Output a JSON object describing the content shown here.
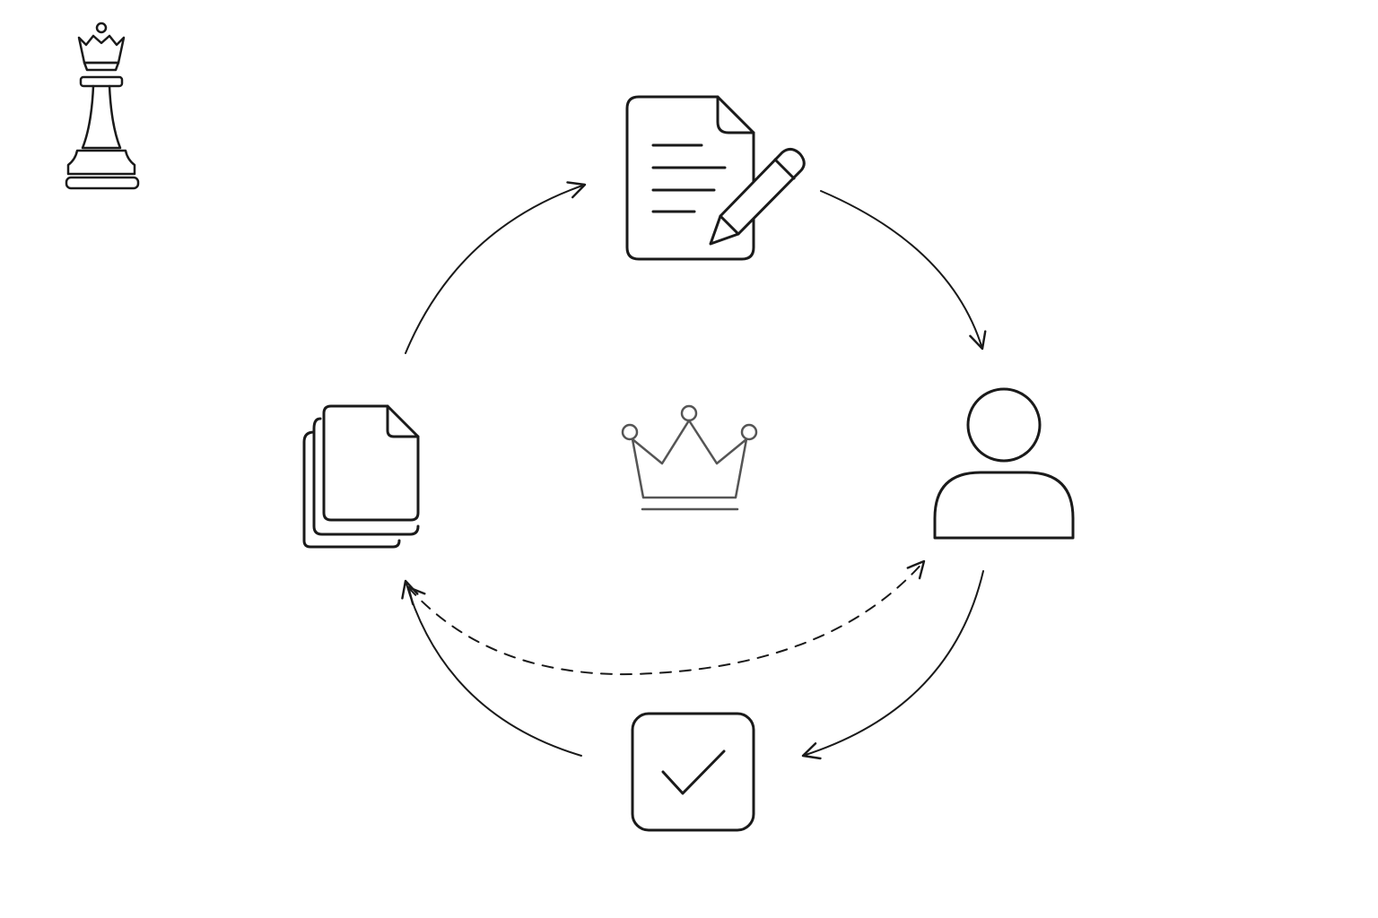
{
  "diagram": {
    "nodes": [
      {
        "id": "document-edit",
        "icon": "document-edit-icon"
      },
      {
        "id": "user",
        "icon": "user-icon"
      },
      {
        "id": "approval",
        "icon": "checkbox-icon"
      },
      {
        "id": "document-stack",
        "icon": "document-stack-icon"
      }
    ],
    "center": {
      "icon": "crown-icon"
    },
    "corner": {
      "icon": "chess-queen-icon"
    },
    "edges": [
      {
        "from": "document-stack",
        "to": "document-edit",
        "style": "solid"
      },
      {
        "from": "document-edit",
        "to": "user",
        "style": "solid"
      },
      {
        "from": "user",
        "to": "approval",
        "style": "solid"
      },
      {
        "from": "approval",
        "to": "document-stack",
        "style": "solid"
      },
      {
        "from": "document-stack",
        "to": "user",
        "style": "dashed",
        "bidirectional": true
      }
    ],
    "colors": {
      "line": "#1a1a1a",
      "accent": "#555555",
      "background": "#ffffff"
    }
  }
}
